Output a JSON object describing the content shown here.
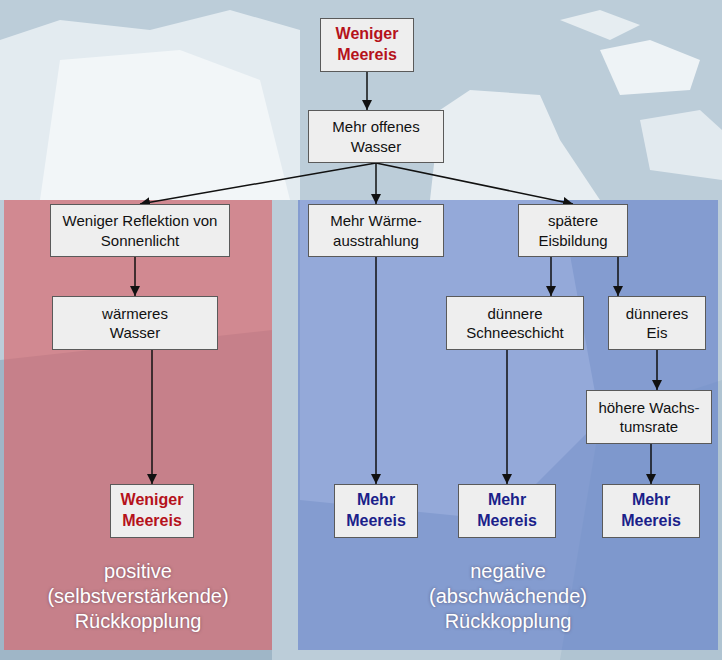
{
  "diagram": {
    "nodes": [
      {
        "text": [
          "Weniger Meereis"
        ]
      },
      {
        "text": [
          "Mehr offenes Wasser"
        ]
      },
      {
        "text": [
          "positive (selbstverstärkende) Rückkopplung"
        ]
      },
      {
        "text": [
          "Weniger Reflektion von Sonnenlicht"
        ],
        "in": 2
      },
      {
        "text": [
          "wärmeres Wasser"
        ],
        "in": 2
      },
      {
        "text": [
          "Weniger Meereis"
        ],
        "in": 2
      },
      {
        "text": [
          "negative (abschwächende) Rückkopplung"
        ]
      },
      {
        "text": [
          "Mehr Wärme- ausstrahlung"
        ],
        "in": 6
      },
      {
        "text": [
          "spätere Eisbildung"
        ],
        "in": 6
      },
      {
        "text": [
          "dünnere Schneeschicht"
        ],
        "in": 6
      },
      {
        "text": [
          "dünneres Eis"
        ],
        "in": 6
      },
      {
        "text": [
          "höhere Wachs- tumsrate"
        ],
        "in": 6
      },
      {
        "text": [
          "Mehr Meereis"
        ],
        "in": 6
      },
      {
        "text": [
          "Mehr Meereis"
        ],
        "in": 6
      },
      {
        "text": [
          "Mehr Meereis"
        ],
        "in": 6
      }
    ],
    "edges": [
      {
        "from": 0,
        "to": 1,
        "arrow": "to"
      },
      {
        "from": 1,
        "to": 3,
        "arrow": "to"
      },
      {
        "from": 1,
        "to": 7,
        "arrow": "to"
      },
      {
        "from": 1,
        "to": 8,
        "arrow": "to"
      },
      {
        "from": 3,
        "to": 4,
        "arrow": "to"
      },
      {
        "from": 4,
        "to": 5,
        "arrow": "to"
      },
      {
        "from": 7,
        "to": 12,
        "arrow": "to"
      },
      {
        "from": 8,
        "to": 9,
        "arrow": "to"
      },
      {
        "from": 8,
        "to": 10,
        "arrow": "to"
      },
      {
        "from": 9,
        "to": 13,
        "arrow": "to"
      },
      {
        "from": 10,
        "to": 11,
        "arrow": "to"
      },
      {
        "from": 11,
        "to": 14,
        "arrow": "to"
      }
    ]
  }
}
